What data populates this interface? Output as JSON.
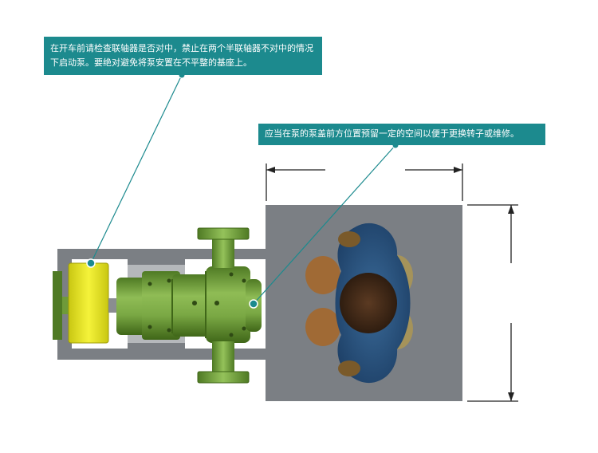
{
  "callouts": {
    "coupling_check": {
      "line1": "在开车前请检查联轴器是否对中，禁止在两个半联轴器不对中的情况",
      "line2": "下启动泵。要绝对避免将泵安置在不平整的基座上。"
    },
    "maintenance_space": {
      "text": "应当在泵的泵盖前方位置预留一定的空间以便于更换转子或维修。"
    }
  },
  "colors": {
    "callout_bg": "#1c8a8e",
    "pump_body": "#6f9a3a",
    "coupling": "#e8e61c",
    "floor_area": "#7b7f84",
    "base_frame": "#7b7f84"
  }
}
